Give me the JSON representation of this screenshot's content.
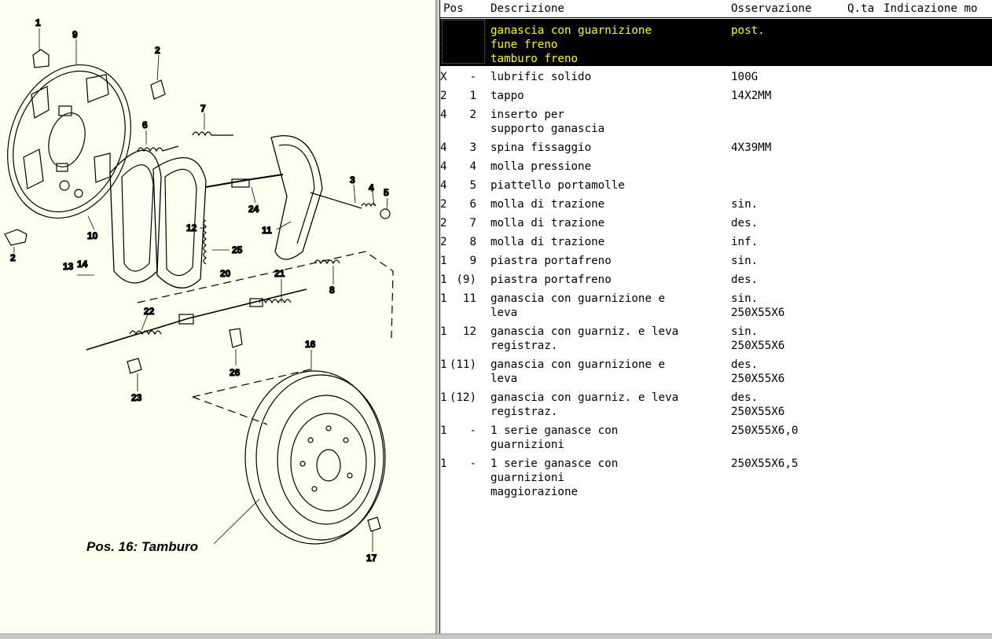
{
  "table": {
    "headers": {
      "pos": "Pos",
      "descrizione": "Descrizione",
      "osservazione": "Osservazione",
      "qta": "Q.ta",
      "indicazione": "Indicazione mo"
    },
    "selected": {
      "descrizione": "ganascia con guarnizione\nfune freno\ntamburo freno",
      "osservazione": "post."
    },
    "rows": [
      {
        "pos": "-",
        "descrizione": "lubrific solido",
        "osservazione": "100G",
        "qta": "X"
      },
      {
        "pos": "1",
        "descrizione": "tappo",
        "osservazione": "14X2MM",
        "qta": "2"
      },
      {
        "pos": "2",
        "descrizione": "inserto per\nsupporto ganascia",
        "osservazione": "",
        "qta": "4"
      },
      {
        "pos": "3",
        "descrizione": "spina fissaggio",
        "osservazione": "4X39MM",
        "qta": "4"
      },
      {
        "pos": "4",
        "descrizione": "molla pressione",
        "osservazione": "",
        "qta": "4"
      },
      {
        "pos": "5",
        "descrizione": "piattello portamolle",
        "osservazione": "",
        "qta": "4"
      },
      {
        "pos": "6",
        "descrizione": "molla di trazione",
        "osservazione": "sin.",
        "qta": "2"
      },
      {
        "pos": "7",
        "descrizione": "molla di trazione",
        "osservazione": "des.",
        "qta": "2"
      },
      {
        "pos": "8",
        "descrizione": "molla di trazione",
        "osservazione": "inf.",
        "qta": "2"
      },
      {
        "pos": "9",
        "descrizione": "piastra portafreno",
        "osservazione": "sin.",
        "qta": "1"
      },
      {
        "pos": "(9)",
        "descrizione": "piastra portafreno",
        "osservazione": "des.",
        "qta": "1"
      },
      {
        "pos": "11",
        "descrizione": "ganascia con guarnizione e\nleva",
        "osservazione": "sin.\n250X55X6",
        "qta": "1"
      },
      {
        "pos": "12",
        "descrizione": "ganascia con guarniz. e leva\nregistraz.",
        "osservazione": "sin.\n250X55X6",
        "qta": "1"
      },
      {
        "pos": "(11)",
        "descrizione": "ganascia con guarnizione e\nleva",
        "osservazione": "des.\n250X55X6",
        "qta": "1"
      },
      {
        "pos": "(12)",
        "descrizione": "ganascia con guarniz. e leva\nregistraz.",
        "osservazione": "des.\n250X55X6",
        "qta": "1"
      },
      {
        "pos": "-",
        "descrizione": "1 serie ganasce con\nguarnizioni",
        "osservazione": "250X55X6,0",
        "qta": "1"
      },
      {
        "pos": "-",
        "descrizione": "1 serie ganasce con\nguarnizioni\nmaggiorazione",
        "osservazione": "250X55X6,5",
        "qta": "1"
      }
    ]
  },
  "diagram": {
    "caption": "Pos. 16: Tamburo",
    "callouts": [
      "1",
      "9",
      "2",
      "7",
      "6",
      "3",
      "4",
      "5",
      "24",
      "11",
      "10",
      "12",
      "25",
      "2",
      "13",
      "14",
      "20",
      "21",
      "8",
      "22",
      "16",
      "26",
      "23",
      "17"
    ]
  },
  "colors": {
    "diagram_bg": "#fffff0",
    "selection_bg": "#000000",
    "selection_text": "#ffff00"
  }
}
